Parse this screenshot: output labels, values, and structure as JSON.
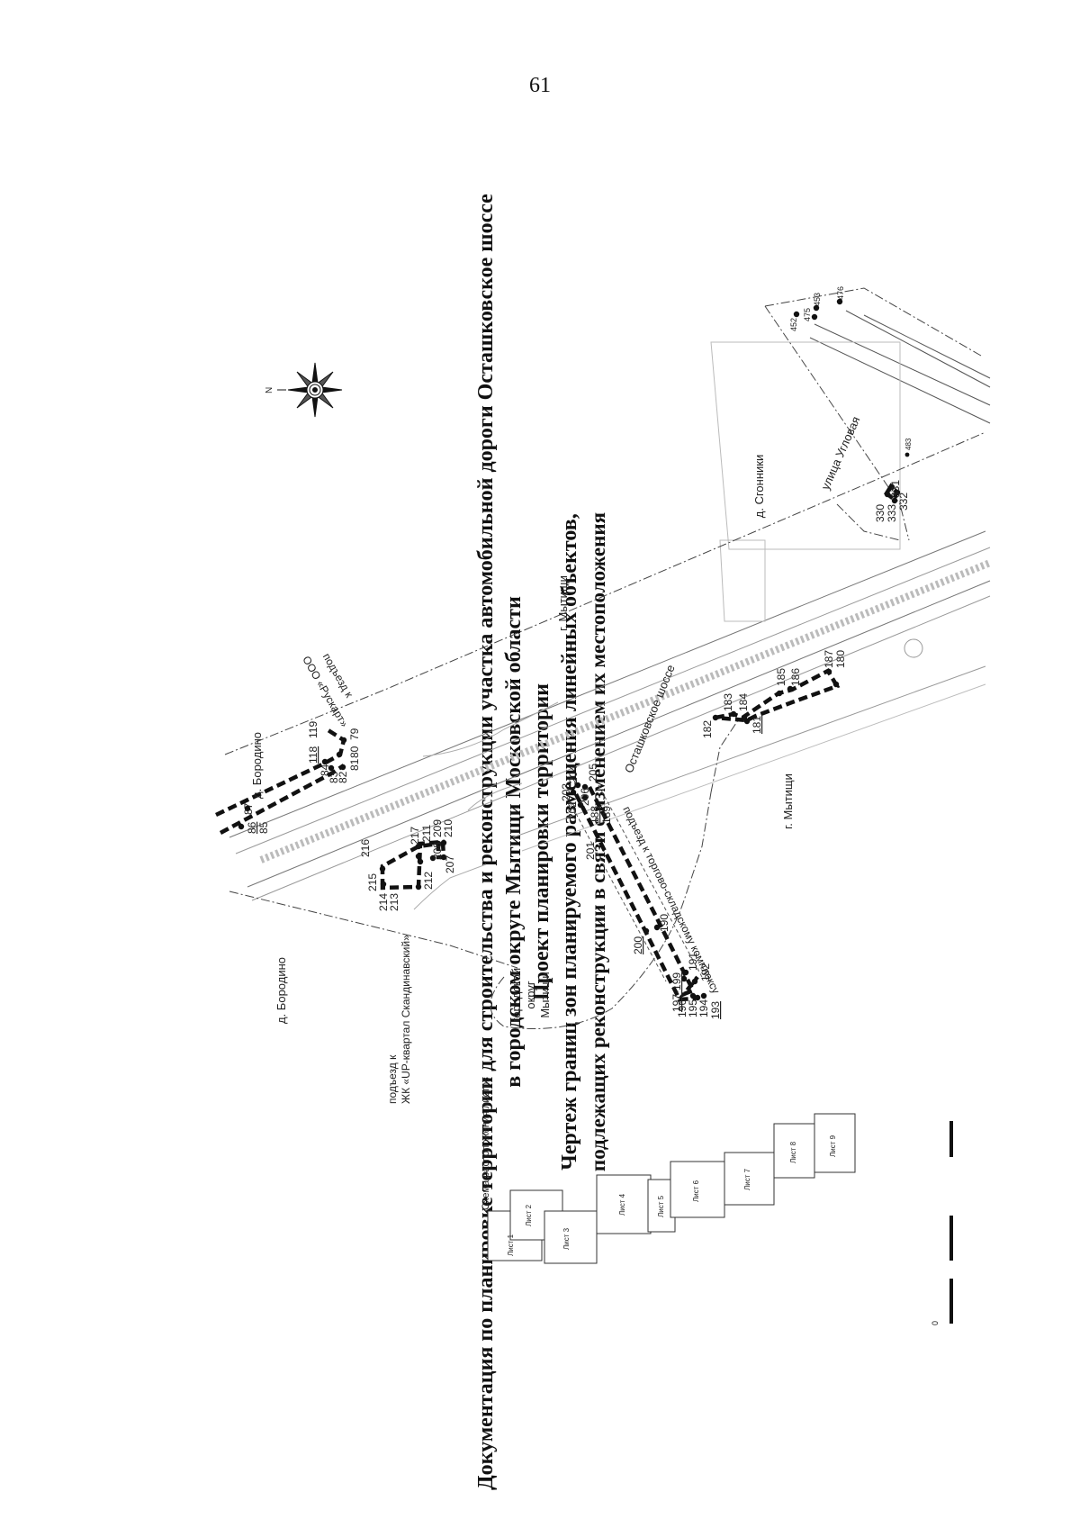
{
  "page_number": "61",
  "title_lines": [
    "Документация по планировке территории для строительства и реконструкции участка автомобильной дороги Осташковское шоссе",
    "в городском округе Мытищи Московской области",
    "Проект планировки территории",
    "Чертеж границ зон планируемого размещения линейных объектов,",
    "подлежащих реконструкции в связи с изменением их местоположения"
  ],
  "map": {
    "places": {
      "borodino_top": "д. Бородино",
      "borodino_left": "д. Бородино",
      "mytishchi_top": "г. Мытищи",
      "mytishchi_bottom": "г. Мытищи",
      "sgonniki": "д. Сгонники",
      "ostashkovskoe": "Осташковское шоссе",
      "ulitsa_uglovaya": "улица Угловая",
      "gorodskoy_1": "городской",
      "gorodskoy_2": "округ",
      "gorodskoy_3": "Мытищи"
    },
    "annotations": {
      "podezd_ooo_1": "подъезд к",
      "podezd_ooo_2": "ООО «Рускарт»",
      "podezd_zhk_1": "подъезд к",
      "podezd_zhk_2": "ЖК «UP-квартал Скандинавский»",
      "podezd_torg": "подъезд к торгово-складскому комплексу"
    },
    "points": {
      "p79": "79",
      "p80a": "80",
      "p81": "81",
      "p82": "82",
      "p83": "83",
      "p84": "84",
      "p85": "85",
      "p86": "86",
      "p87": "87",
      "p118": "118",
      "p119": "119",
      "p180": "180",
      "p181": "181",
      "p182": "182",
      "p183": "183",
      "p184": "184",
      "p185": "185",
      "p186": "186",
      "p187": "187",
      "p188": "188",
      "p189": "189",
      "p190": "190",
      "p191": "191",
      "p192": "192",
      "p193": "193",
      "p194": "194",
      "p195": "195",
      "p196": "196",
      "p197_199": "197-199",
      "p200": "200",
      "p201": "201",
      "p202": "202",
      "p203": "203",
      "p204": "204",
      "p205": "205",
      "p206": "206",
      "p207": "207",
      "p208": "208",
      "p209": "209",
      "p210": "210",
      "p211": "211",
      "p212": "212",
      "p213": "213",
      "p214": "214",
      "p215": "215",
      "p216": "216",
      "p217": "217",
      "p330": "330",
      "p331": "331",
      "p332": "332",
      "p333": "333",
      "p452": "452",
      "p453": "453",
      "p475": "475",
      "p476": "476",
      "p483": "483"
    },
    "compass": {
      "north": "N"
    },
    "sheet_scheme": {
      "title": "Схема расположения листов",
      "sheets": [
        "Лист 1",
        "Лист 2",
        "Лист 3",
        "Лист 4",
        "Лист 5",
        "Лист 6",
        "Лист 7",
        "Лист 8",
        "Лист 9"
      ]
    },
    "scale_zero": "0"
  }
}
